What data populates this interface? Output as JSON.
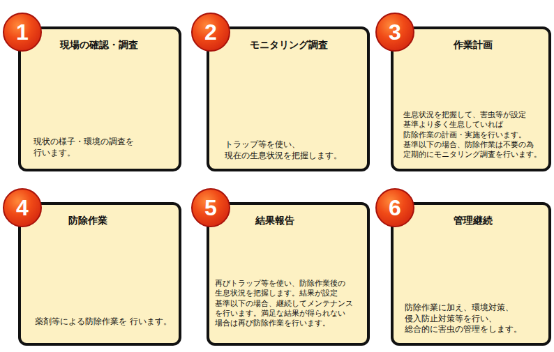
{
  "diagram": {
    "nodes": [
      {
        "text": [
          "1"
        ]
      },
      {
        "text": [
          "現場の確認・調査",
          "現状の様子・環境の調査を 行います。"
        ]
      },
      {
        "text": [
          "2"
        ]
      },
      {
        "text": [
          "モニタリング調査",
          "トラップ等を使い、 現在の生息状況を把握します。"
        ]
      },
      {
        "text": [
          "3"
        ]
      },
      {
        "text": [
          "作業計画",
          "生息状況を把握して、害虫等が設定 基準より多く生息していれば 防除作業の計画・実施を行います。 基準以下の場合、防除作業は不要の為 定期的にモニタリング調査を行います。"
        ]
      },
      {
        "text": [
          "4"
        ]
      },
      {
        "text": [
          "防除作業",
          "薬剤等による防除作業を 行います。"
        ]
      },
      {
        "text": [
          "5"
        ]
      },
      {
        "text": [
          "結果報告",
          "再びトラップ等を使い、防除作業後の 生息状況を把握します。結果が設定 基準以下の場合、継続してメンテナンス を行います。満足な結果が得られない 場合は再び防除作業を行います。"
        ]
      },
      {
        "text": [
          "6"
        ]
      },
      {
        "text": [
          "管理継続",
          "防除作業に加え、環境対策、 侵入防止対策等を行い、 総合的に害虫の管理をします。"
        ]
      }
    ]
  }
}
